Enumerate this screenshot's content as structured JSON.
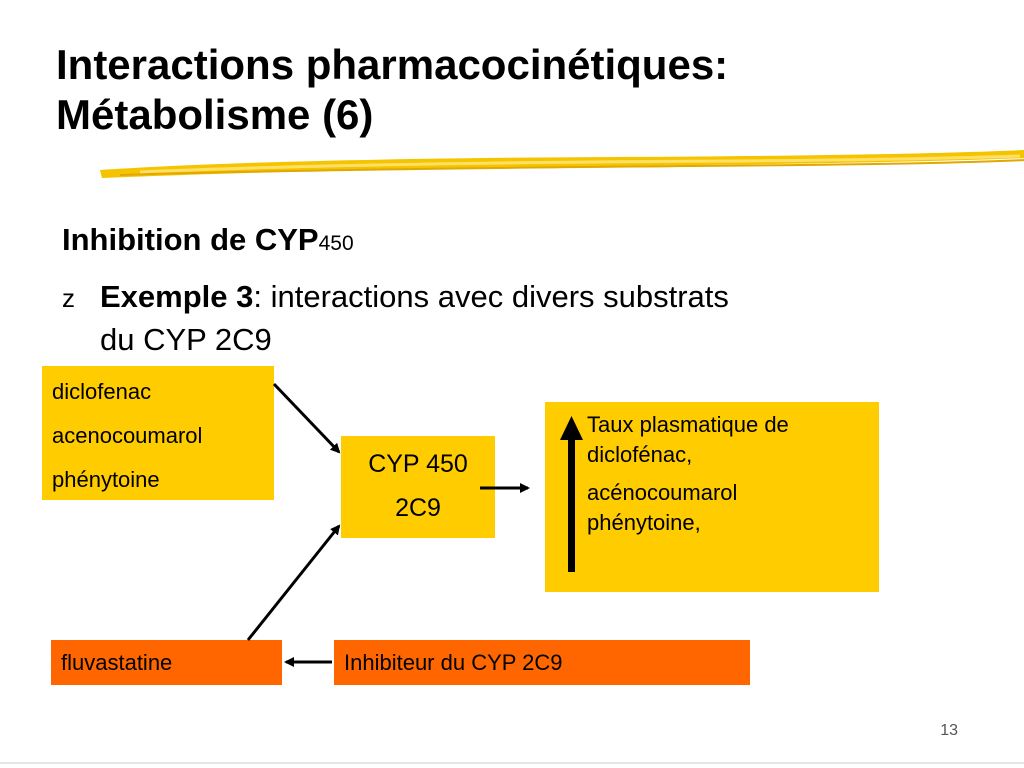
{
  "slide": {
    "title_line1": "Interactions pharmacocinétiques:",
    "title_line2": "Métabolisme (6)",
    "subhead_main": "Inhibition de CYP",
    "subhead_small": "450",
    "bullet_glyph": "z",
    "bullet_bold": "Exemple 3",
    "bullet_text": ": interactions avec divers substrats",
    "bullet_line2": "du CYP 2C9",
    "page_number": "13"
  },
  "diagram": {
    "substrates": [
      "diclofenac",
      "acenocoumarol",
      "phénytoine"
    ],
    "enzyme_line1": "CYP 450",
    "enzyme_line2": "2C9",
    "result_line1": "Taux plasmatique  de",
    "result_line2": "diclofénac,",
    "result_line3": "acénocoumarol",
    "result_line4": "phénytoine,",
    "inhibitor_drug": "fluvastatine",
    "inhibitor_label": "Inhibiteur du CYP 2C9"
  },
  "colors": {
    "box_yellow": "#ffcc00",
    "box_orange": "#ff6600",
    "brush_stroke": "#f5c400"
  }
}
